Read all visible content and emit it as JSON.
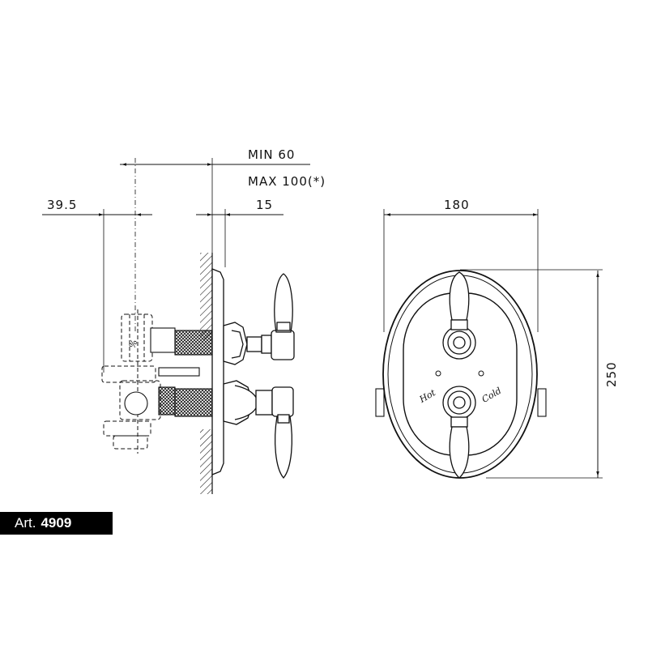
{
  "dimensions": {
    "min": "MIN 60",
    "max": "MAX 100(*)",
    "left_depth": "39.5",
    "plate_thickness": "15",
    "width": "180",
    "height": "250"
  },
  "plate_labels": {
    "hot": "Hot",
    "cold": "Cold"
  },
  "badge": {
    "prefix": "Art.",
    "number": "4909"
  }
}
